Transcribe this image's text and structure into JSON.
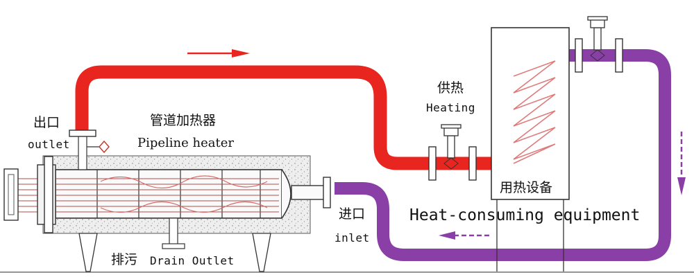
{
  "labels": {
    "outlet_cn": "出口",
    "outlet_en": "outlet",
    "heater_cn": "管道加热器",
    "heater_en": "Pipeline heater",
    "heating_cn": "供热",
    "heating_en": "Heating",
    "equipment_cn": "用热设备",
    "equipment_en": "Heat-consuming equipment",
    "inlet_cn": "进口",
    "inlet_en": "inlet",
    "drain_cn": "排污",
    "drain_en": "Drain Outlet"
  },
  "colors": {
    "hot_pipe": "#e8251f",
    "cold_pipe": "#8a3fa6",
    "coil": "#e07a7a",
    "outline": "#333333",
    "insulation": "#eeeeee"
  }
}
